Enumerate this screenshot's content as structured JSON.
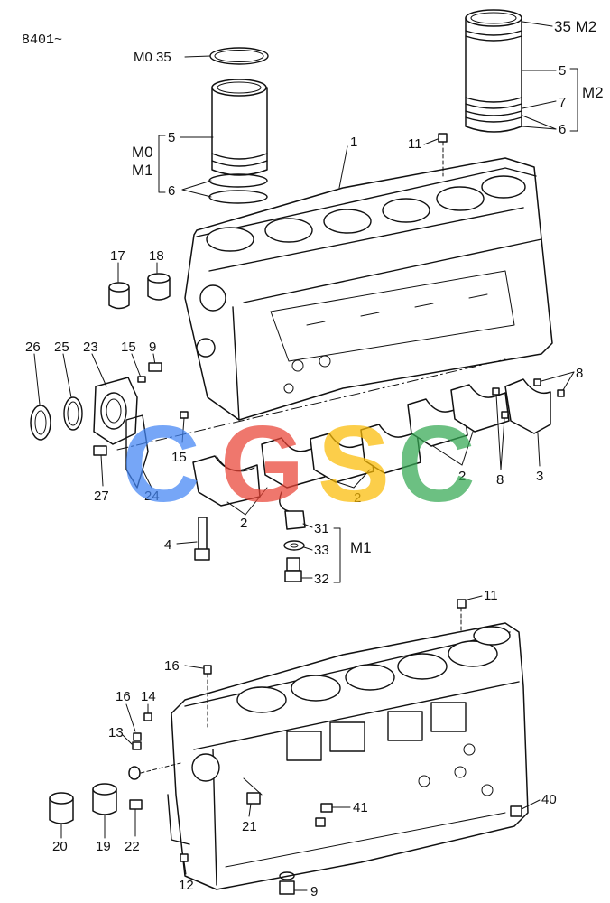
{
  "code": "8401~",
  "labels": {
    "p35_m2": "35 M2",
    "p35_m0": "M0 35",
    "p5_r": "5",
    "p7_r": "7",
    "p6_r": "6",
    "m2": "M2",
    "p5_l": "5",
    "m0": "M0",
    "m1_top": "M1",
    "p6_l": "6",
    "p11_top": "11",
    "p1": "1",
    "p17": "17",
    "p18": "18",
    "p26": "26",
    "p25": "25",
    "p23": "23",
    "p15_a": "15",
    "p9_a": "9",
    "p8_a": "8",
    "p15_b": "15",
    "p27": "27",
    "p24": "24",
    "p2_a": "2",
    "p2_b": "2",
    "p2_c": "2",
    "p8_b": "8",
    "p3": "3",
    "p4": "4",
    "p31": "31",
    "p33": "33",
    "m1_mid": "M1",
    "p32": "32",
    "p11_bot": "11",
    "p16_a": "16",
    "p16_b": "16",
    "p14": "14",
    "p13": "13",
    "p40": "40",
    "p41": "41",
    "p21": "21",
    "p20": "20",
    "p19": "19",
    "p22": "22",
    "p12": "12",
    "p9_b": "9"
  },
  "watermark": {
    "letters": [
      "C",
      "G",
      "S",
      "C"
    ],
    "colors": [
      "#4285F4",
      "#EA4335",
      "#FBBC05",
      "#34A853"
    ]
  }
}
